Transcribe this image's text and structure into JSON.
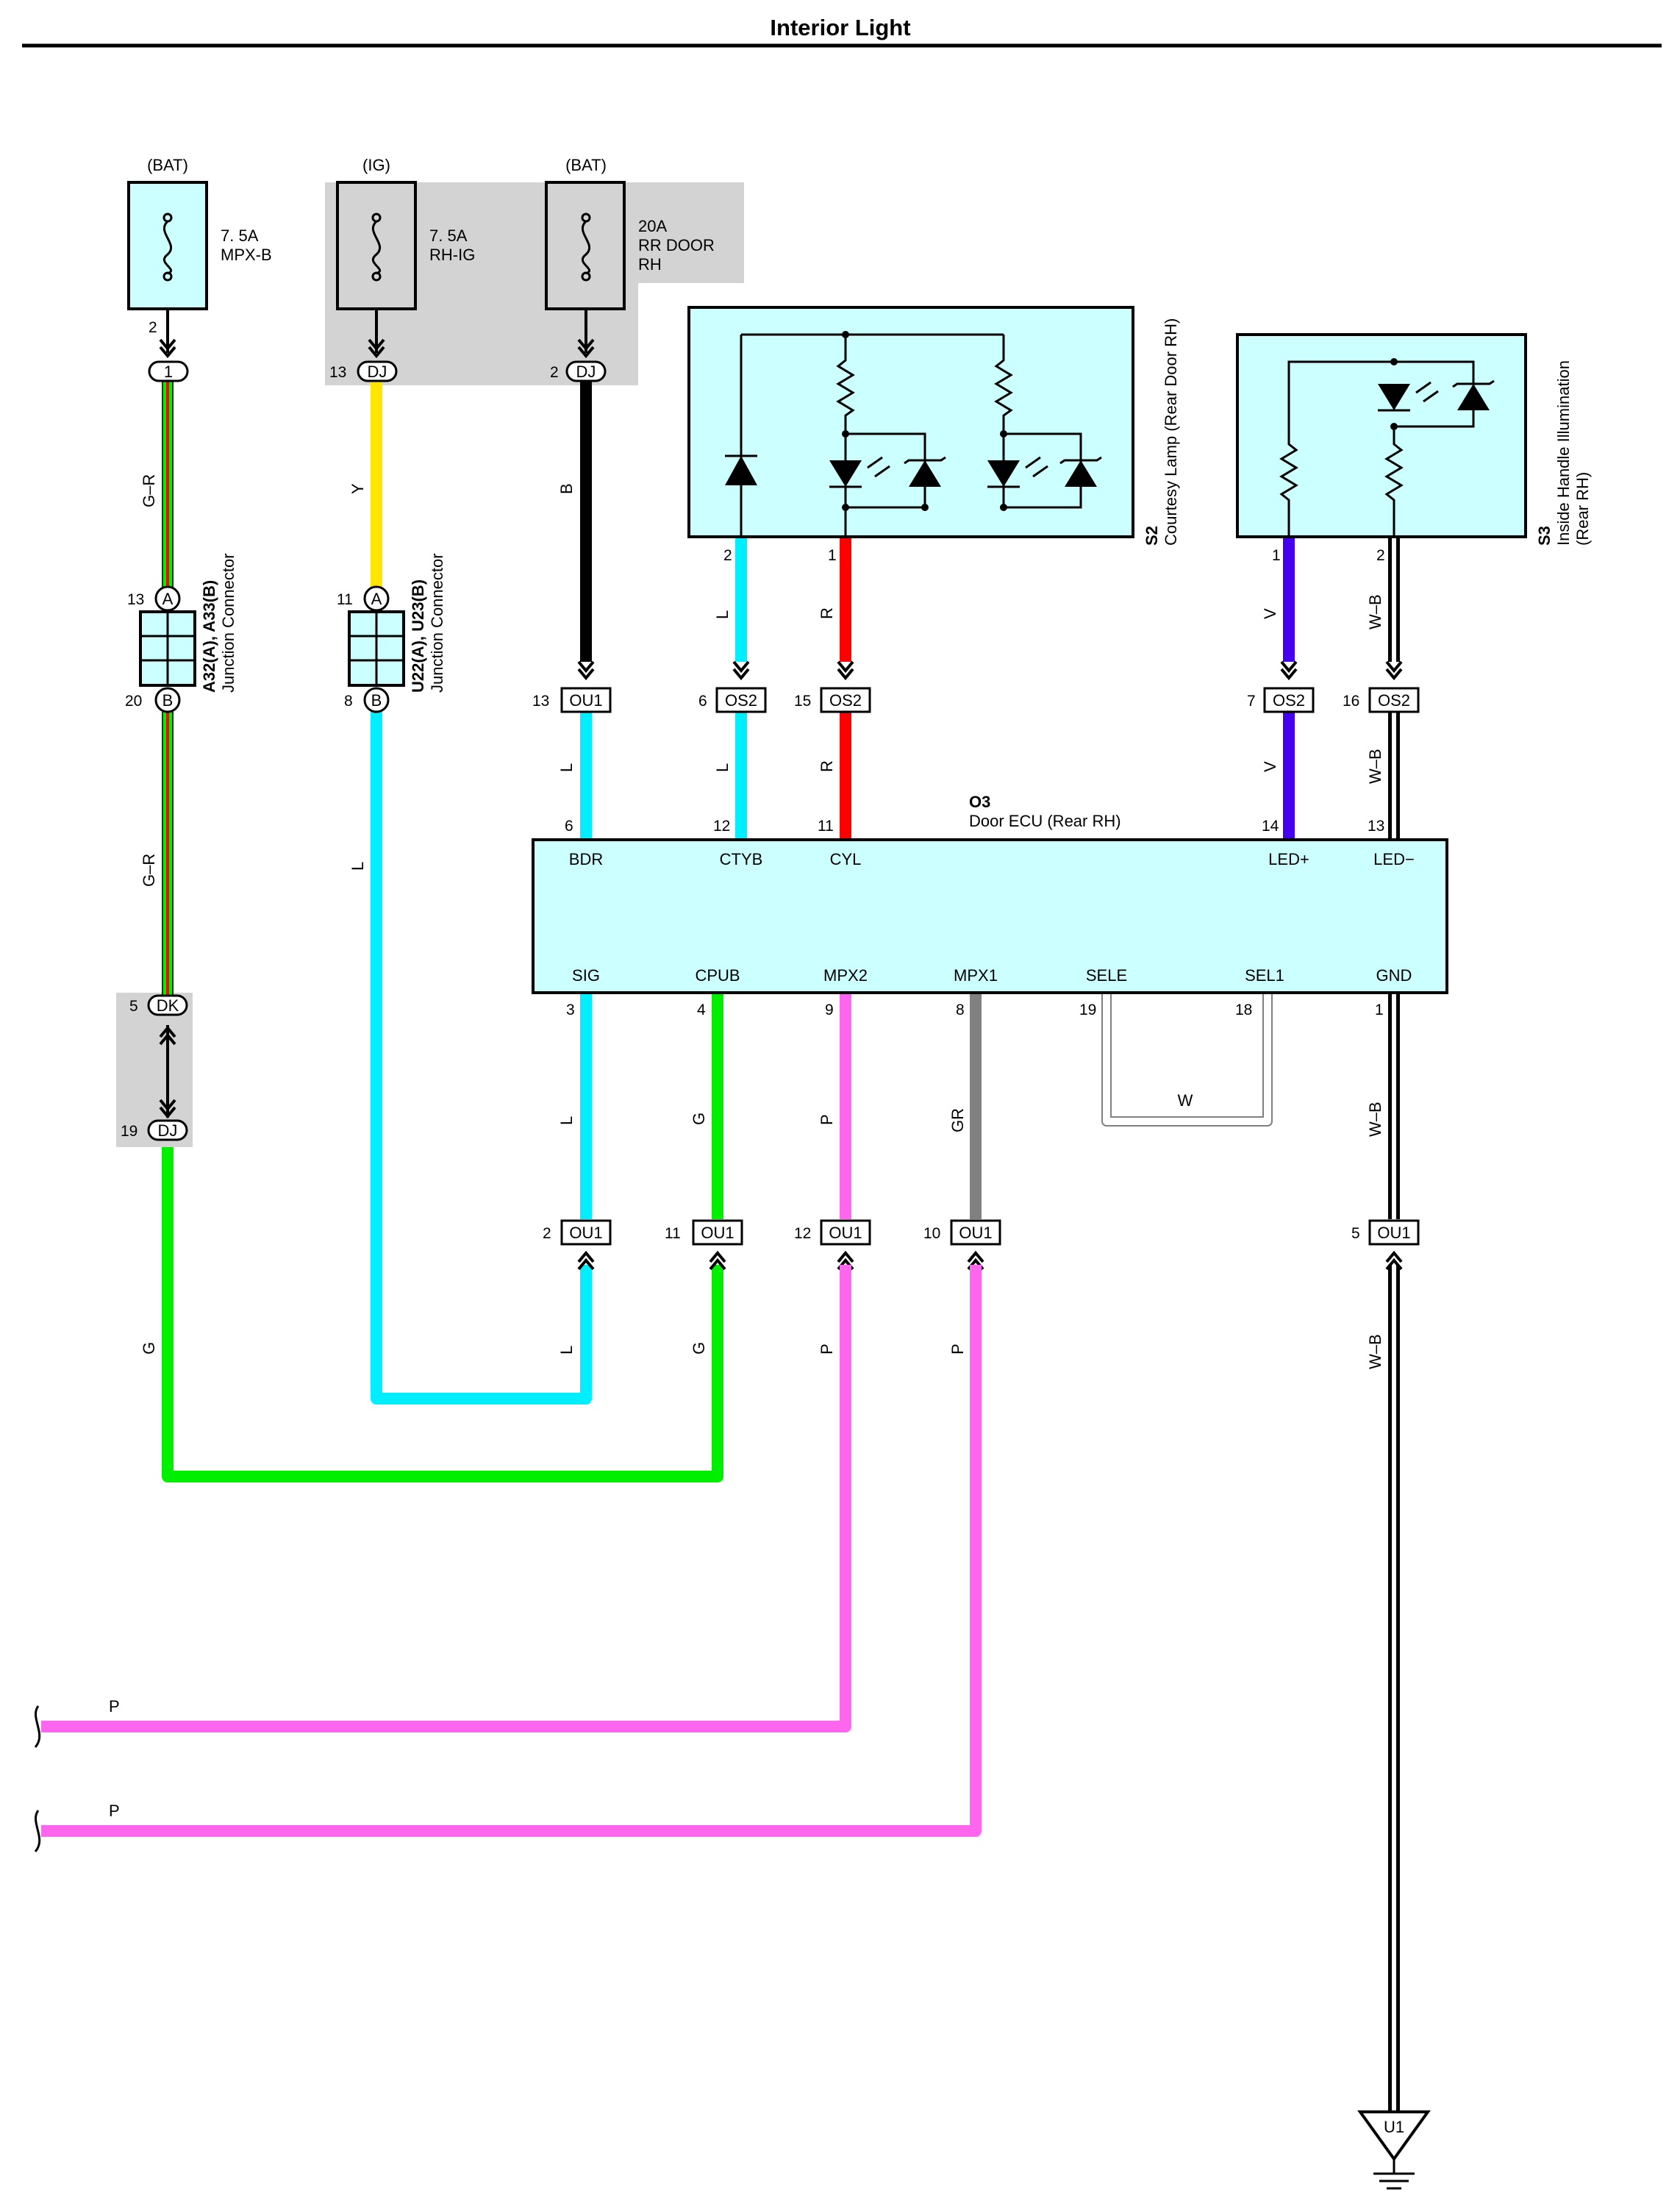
{
  "title": "Interior Light",
  "colors": {
    "ecu_fill": "#ccffff",
    "gray_zone": "#d3d3d3",
    "wire_G": "#00ee00",
    "wire_R": "#ff0000",
    "wire_Y": "#ffe500",
    "wire_B": "#000000",
    "wire_L": "#00eeff",
    "wire_V": "#4400ee",
    "wire_P": "#ff66ee",
    "wire_GR": "#808080",
    "wire_W": "#ffffff"
  },
  "fuses": [
    {
      "source": "(BAT)",
      "rating": "7. 5A",
      "name": "MPX-B",
      "name2": "",
      "pin": "2"
    },
    {
      "source": "(IG)",
      "rating": "7. 5A",
      "name": "RH-IG",
      "name2": "",
      "pin": ""
    },
    {
      "source": "(BAT)",
      "rating": "20A",
      "name": "RR DOOR",
      "name2": "RH",
      "pin": ""
    }
  ],
  "inline_connectors": [
    {
      "pin": "",
      "code": "1"
    },
    {
      "pin": "13",
      "code": "DJ"
    },
    {
      "pin": "2",
      "code": "DJ"
    },
    {
      "pin": "5",
      "code": "DK"
    },
    {
      "pin": "19",
      "code": "DJ"
    }
  ],
  "junction_connectors": [
    {
      "id": "A32(A), A33(B)",
      "desc": "Junction Connector",
      "pin_top": "13",
      "tag_top": "A",
      "pin_bottom": "20",
      "tag_bottom": "B"
    },
    {
      "id": "U22(A), U23(B)",
      "desc": "Junction Connector",
      "pin_top": "11",
      "tag_top": "A",
      "pin_bottom": "8",
      "tag_bottom": "B"
    }
  ],
  "components": {
    "s2": {
      "id": "S2",
      "desc": "Courtesy Lamp (Rear Door RH)",
      "pin_a": "2",
      "pin_b": "1"
    },
    "s3": {
      "id": "S3",
      "desc": "Inside Handle Illumination",
      "desc2": "(Rear RH)",
      "pin_a": "1",
      "pin_b": "2"
    }
  },
  "ecu": {
    "id": "O3",
    "name": "Door ECU (Rear RH)",
    "top_pins": [
      {
        "terminal": "BDR",
        "pin": "6"
      },
      {
        "terminal": "CTYB",
        "pin": "12"
      },
      {
        "terminal": "CYL",
        "pin": "11"
      },
      {
        "terminal": "LED+",
        "pin": "14"
      },
      {
        "terminal": "LED−",
        "pin": "13"
      }
    ],
    "bottom_pins": [
      {
        "terminal": "SIG",
        "pin": "3"
      },
      {
        "terminal": "CPUB",
        "pin": "4"
      },
      {
        "terminal": "MPX2",
        "pin": "9"
      },
      {
        "terminal": "MPX1",
        "pin": "8"
      },
      {
        "terminal": "SELE",
        "pin": "19"
      },
      {
        "terminal": "SEL1",
        "pin": "18"
      },
      {
        "terminal": "GND",
        "pin": "1"
      }
    ]
  },
  "upper_connectors": [
    {
      "pin": "13",
      "code": "OU1"
    },
    {
      "pin": "6",
      "code": "OS2"
    },
    {
      "pin": "15",
      "code": "OS2"
    },
    {
      "pin": "7",
      "code": "OS2"
    },
    {
      "pin": "16",
      "code": "OS2"
    }
  ],
  "lower_connectors": [
    {
      "pin": "2",
      "code": "OU1"
    },
    {
      "pin": "11",
      "code": "OU1"
    },
    {
      "pin": "12",
      "code": "OU1"
    },
    {
      "pin": "10",
      "code": "OU1"
    },
    {
      "pin": "5",
      "code": "OU1"
    }
  ],
  "wire_labels": {
    "gr_upper": "G–R",
    "gr_lower": "G–R",
    "g_left": "G",
    "y": "Y",
    "l_long": "L",
    "b": "B",
    "l_bdr": "L",
    "l_cty_up": "L",
    "l_cty_dn": "L",
    "r_up": "R",
    "r_dn": "R",
    "v_up": "V",
    "v_dn": "V",
    "wb_up": "W–B",
    "wb_dn": "W–B",
    "l_sig": "L",
    "g_cpub": "G",
    "p_mpx2": "P",
    "gr_mpx1": "GR",
    "w_loop": "W",
    "wb_gnd": "W–B",
    "l_sig_low": "L",
    "g_cpub_low": "G",
    "p_mpx2_low": "P",
    "p_mpx1_low": "P",
    "wb_gnd_low": "W–B",
    "p_horiz1": "P",
    "p_horiz2": "P"
  },
  "ground": {
    "code": "U1"
  }
}
